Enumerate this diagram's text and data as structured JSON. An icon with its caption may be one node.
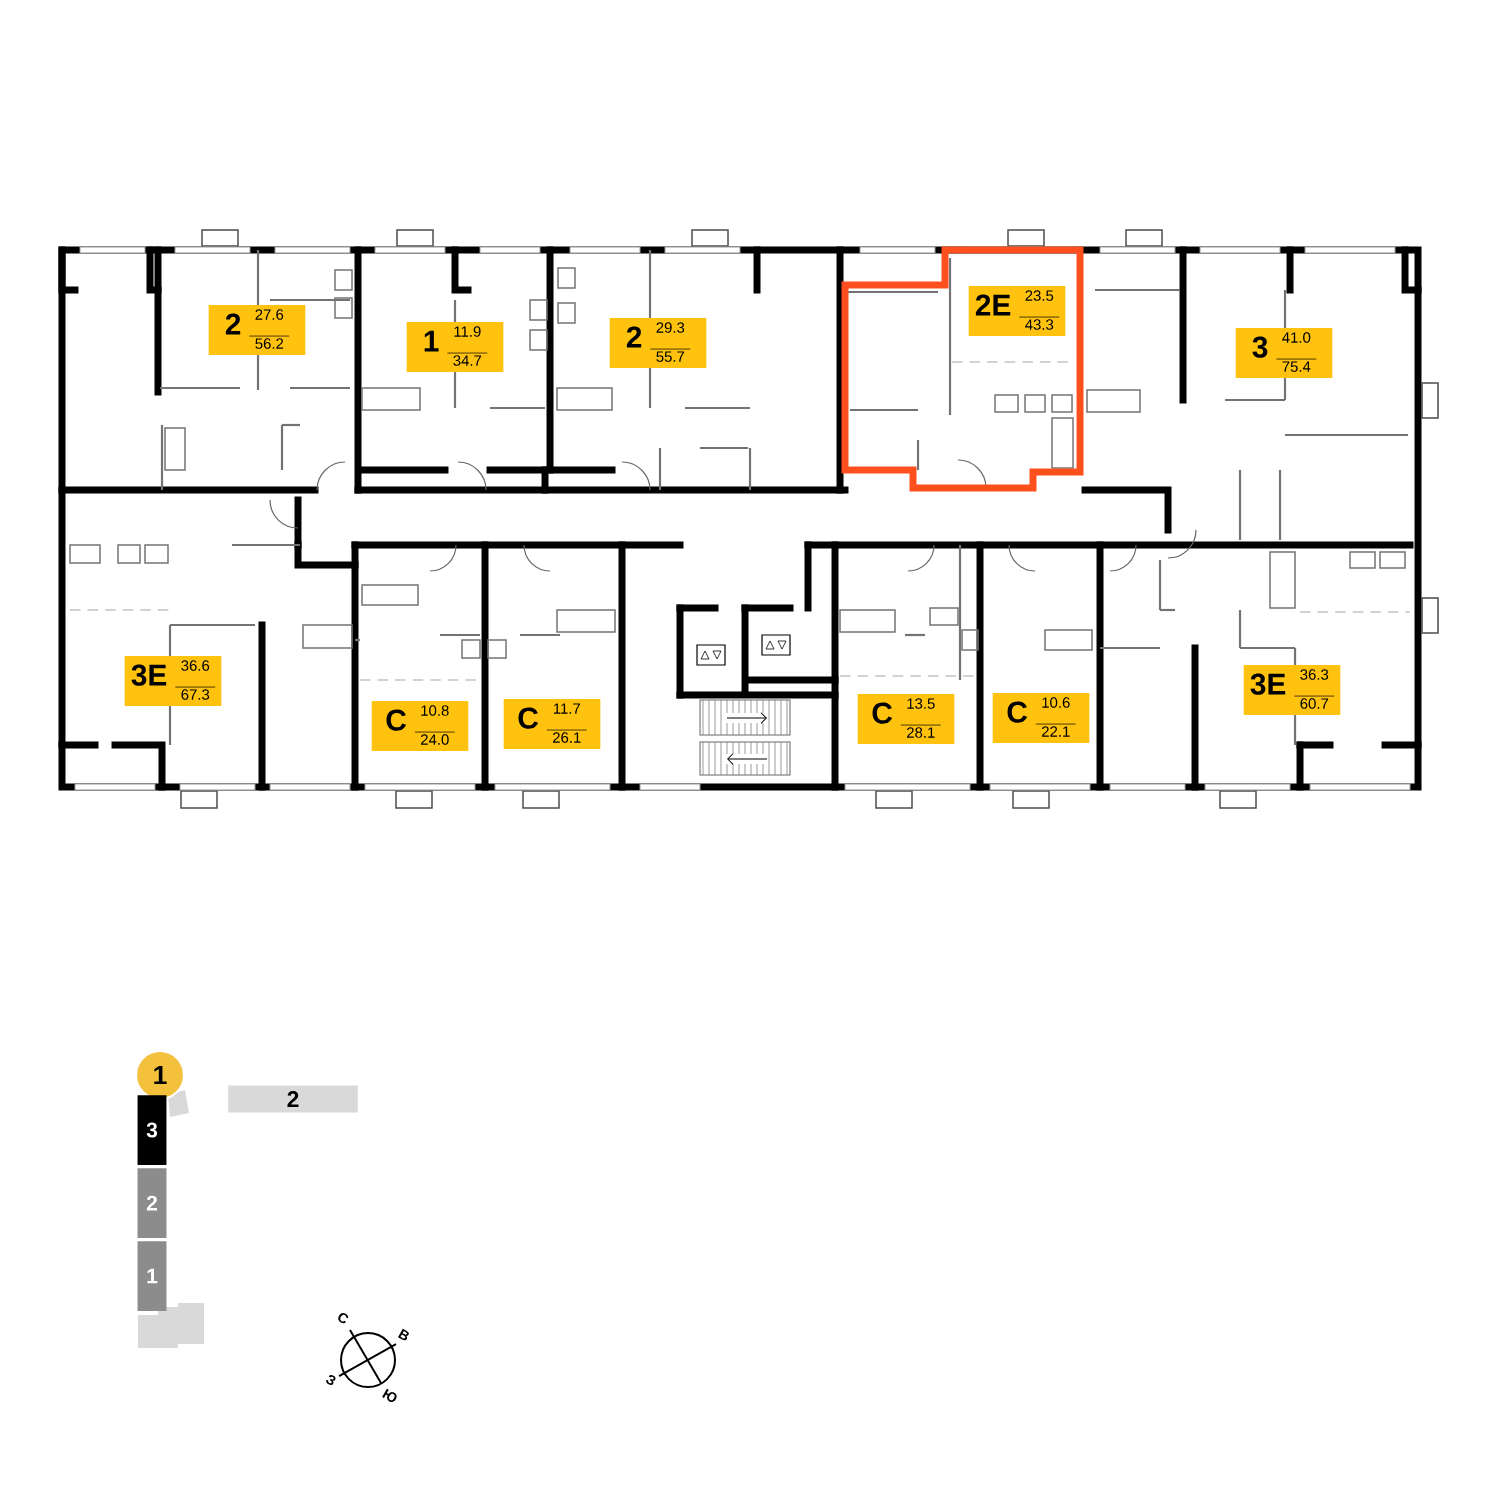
{
  "diagram": {
    "nodes": [
      {
        "text": [
          "2",
          "27.6",
          "56.2"
        ]
      },
      {
        "text": [
          "1",
          "11.9",
          "34.7"
        ]
      },
      {
        "text": [
          "2",
          "29.3",
          "55.7"
        ]
      },
      {
        "text": [
          "2Е",
          "23.5",
          "43.3"
        ]
      },
      {
        "text": [
          "3",
          "41.0",
          "75.4"
        ]
      },
      {
        "text": [
          "3Е",
          "36.6",
          "67.3"
        ]
      },
      {
        "text": [
          "С",
          "10.8",
          "24.0"
        ]
      },
      {
        "text": [
          "С",
          "11.7",
          "26.1"
        ]
      },
      {
        "text": [
          "С",
          "13.5",
          "28.1"
        ]
      },
      {
        "text": [
          "С",
          "10.6",
          "22.1"
        ]
      },
      {
        "text": [
          "3Е",
          "36.3",
          "60.7"
        ]
      },
      {
        "text": [
          "1"
        ]
      },
      {
        "text": [
          "2"
        ]
      },
      {
        "text": [
          "3"
        ]
      },
      {
        "text": [
          "2"
        ]
      },
      {
        "text": [
          "1"
        ]
      }
    ],
    "labels": [
      "С",
      "В",
      "З",
      "Ю"
    ]
  }
}
